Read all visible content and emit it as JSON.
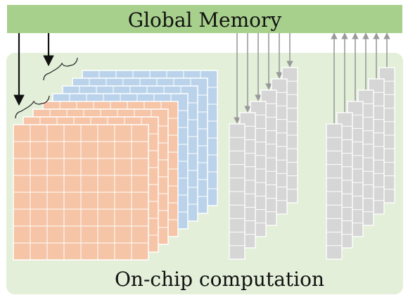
{
  "global_memory_label": "Global Memory",
  "onchip_label": "On-chip computation",
  "colors": {
    "global_memory_bar": "#a7d08c",
    "onchip_region": "#e3efd9",
    "orange_tile": "#f6c4a6",
    "blue_tile": "#bad3ea",
    "gray_column": "#d6d6d6",
    "grid_line": "#ffffff",
    "arrow_black": "#111111",
    "arrow_gray": "#9a9a9a"
  },
  "stacks": {
    "orange_tiles": 4,
    "blue_tiles": 4,
    "load_columns": 6,
    "store_columns": 6
  }
}
